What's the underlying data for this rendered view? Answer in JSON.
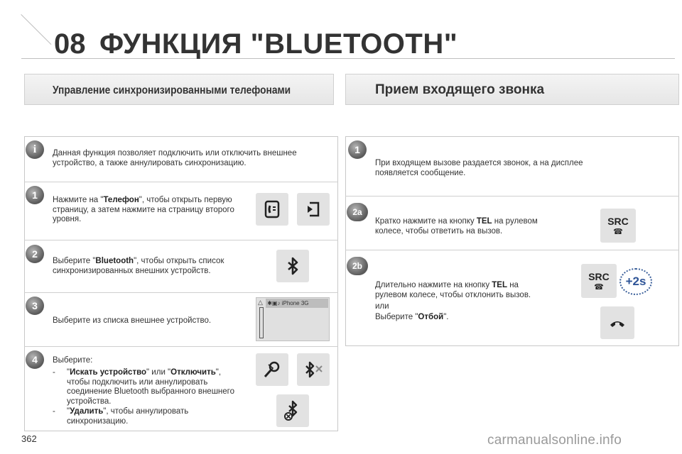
{
  "header": {
    "chapter": "08",
    "title": "ФУНКЦИЯ \"BLUETOOTH\""
  },
  "left_section": {
    "title": "Управление синхронизированными телефонами",
    "intro": "Данная функция позволяет подключить или отключить внешнее устройство, а также аннулировать синхронизацию.",
    "steps": [
      {
        "badge": "1",
        "text_parts": [
          "Нажмите на \"",
          "Телефон",
          "\", чтобы открыть первую страницу, а затем нажмите на страницу второго уровня."
        ]
      },
      {
        "badge": "2",
        "text_parts": [
          "Выберите \"",
          "Bluetooth",
          "\", чтобы открыть список синхронизированных внешних устройств."
        ]
      },
      {
        "badge": "3",
        "text": "Выберите из списка внешнее устройство.",
        "screen_label": "iPhone 3G"
      },
      {
        "badge": "4",
        "lead": "Выберите:",
        "bullet1_parts": [
          "\"",
          "Искать устройство",
          "\" или \"",
          "Отключить",
          "\", чтобы подключить или аннулировать соединение Bluetooth выбранного внешнего устройства."
        ],
        "bullet2_parts": [
          "\"",
          "Удалить",
          "\", чтобы аннулировать синхронизацию."
        ]
      }
    ]
  },
  "right_section": {
    "title": "Прием входящего звонка",
    "steps": [
      {
        "badge": "1",
        "text": "При входящем вызове раздается звонок, а на дисплее появляется сообщение."
      },
      {
        "badge": "2a",
        "text_parts": [
          "Кратко нажмите на кнопку ",
          "TEL",
          " на рулевом колесе, чтобы ответить на вызов."
        ],
        "button_label": "SRC"
      },
      {
        "badge": "2b",
        "text_parts": [
          "Длительно нажмите на кнопку ",
          "TEL",
          " на рулевом колесе, чтобы отклонить вызов."
        ],
        "or": "или",
        "select_parts": [
          "Выберите \"",
          "Отбой",
          "\"."
        ],
        "button_label": "SRC",
        "hold_label": "+2s"
      }
    ]
  },
  "page_number": "362",
  "watermark": "carmanualsonline.info",
  "colors": {
    "text": "#333333",
    "icon_bg": "#e2e2e2",
    "badge": "#6a6a6a"
  }
}
